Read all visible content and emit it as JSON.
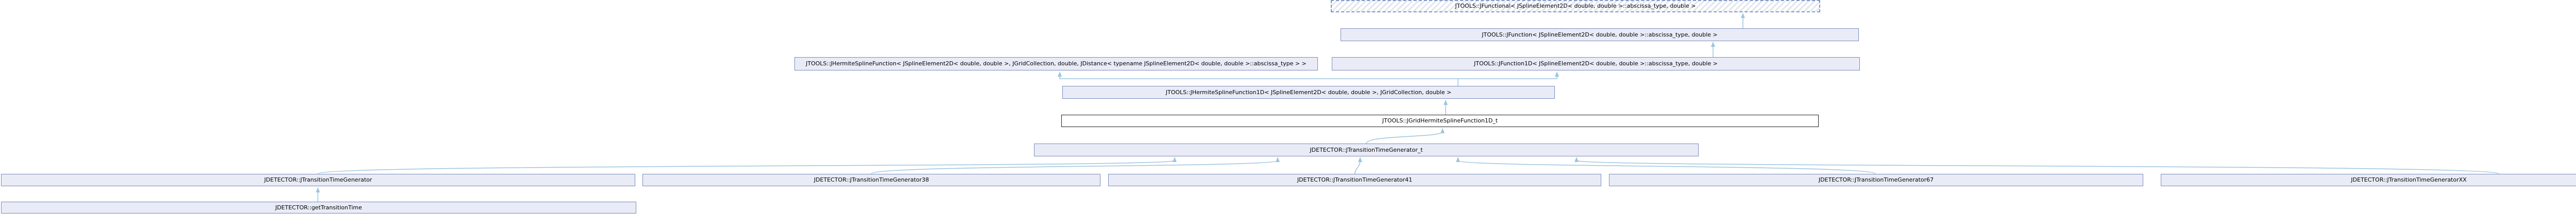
{
  "diagram": {
    "type": "class-inheritance-graph",
    "nodes": {
      "jfunctional": {
        "label": "JTOOLS::JFunctional< JSplineElement2D< double, double >::abscissa_type, double >"
      },
      "jfunction": {
        "label": "JTOOLS::JFunction< JSplineElement2D< double, double >::abscissa_type, double >"
      },
      "jhermitesplinefunction": {
        "label": "JTOOLS::JHermiteSplineFunction< JSplineElement2D< double, double >, JGridCollection, double, JDistance< typename JSplineElement2D< double, double >::abscissa_type > >"
      },
      "jfunction1d": {
        "label": "JTOOLS::JFunction1D< JSplineElement2D< double, double >::abscissa_type, double >"
      },
      "jhermitesplinefunction1d": {
        "label": "JTOOLS::JHermiteSplineFunction1D< JSplineElement2D< double, double >, JGridCollection, double >"
      },
      "jgridhermitesplinefunction1d_t": {
        "label": "JTOOLS::JGridHermiteSplineFunction1D_t"
      },
      "jtransitiontimegenerator_t": {
        "label": "JDETECTOR::JTransitionTimeGenerator_t"
      },
      "jtransitiontimegenerator": {
        "label": "JDETECTOR::JTransitionTimeGenerator"
      },
      "jtransitiontimegenerator38": {
        "label": "JDETECTOR::JTransitionTimeGenerator38"
      },
      "jtransitiontimegenerator41": {
        "label": "JDETECTOR::JTransitionTimeGenerator41"
      },
      "jtransitiontimegenerator67": {
        "label": "JDETECTOR::JTransitionTimeGenerator67"
      },
      "jtransitiontimegeneratorXX": {
        "label": "JDETECTOR::JTransitionTimeGeneratorXX"
      },
      "gettransitiontime": {
        "label": "JDETECTOR::getTransitionTime"
      }
    },
    "edges": [
      {
        "from": "jfunction",
        "to": "jfunctional"
      },
      {
        "from": "jfunction1d",
        "to": "jfunction"
      },
      {
        "from": "jhermitesplinefunction1d",
        "to": "jhermitesplinefunction"
      },
      {
        "from": "jhermitesplinefunction1d",
        "to": "jfunction1d"
      },
      {
        "from": "jgridhermitesplinefunction1d_t",
        "to": "jhermitesplinefunction1d"
      },
      {
        "from": "jtransitiontimegenerator_t",
        "to": "jgridhermitesplinefunction1d_t"
      },
      {
        "from": "jtransitiontimegenerator",
        "to": "jtransitiontimegenerator_t"
      },
      {
        "from": "jtransitiontimegenerator38",
        "to": "jtransitiontimegenerator_t"
      },
      {
        "from": "jtransitiontimegenerator41",
        "to": "jtransitiontimegenerator_t"
      },
      {
        "from": "jtransitiontimegenerator67",
        "to": "jtransitiontimegenerator_t"
      },
      {
        "from": "jtransitiontimegeneratorXX",
        "to": "jtransitiontimegenerator_t"
      },
      {
        "from": "gettransitiontime",
        "to": "jtransitiontimegenerator"
      }
    ],
    "colors": {
      "node_fill": "#e9ecf6",
      "node_border": "#7c8bbf",
      "focus_node_border": "#222222",
      "focus_node_fill": "#ffffff",
      "hatched_dash_border": "#8397c6",
      "hatch_stripe": "#e2e6ee",
      "edge": "#9cc5de",
      "text": "#000000",
      "background": "#ffffff"
    }
  }
}
